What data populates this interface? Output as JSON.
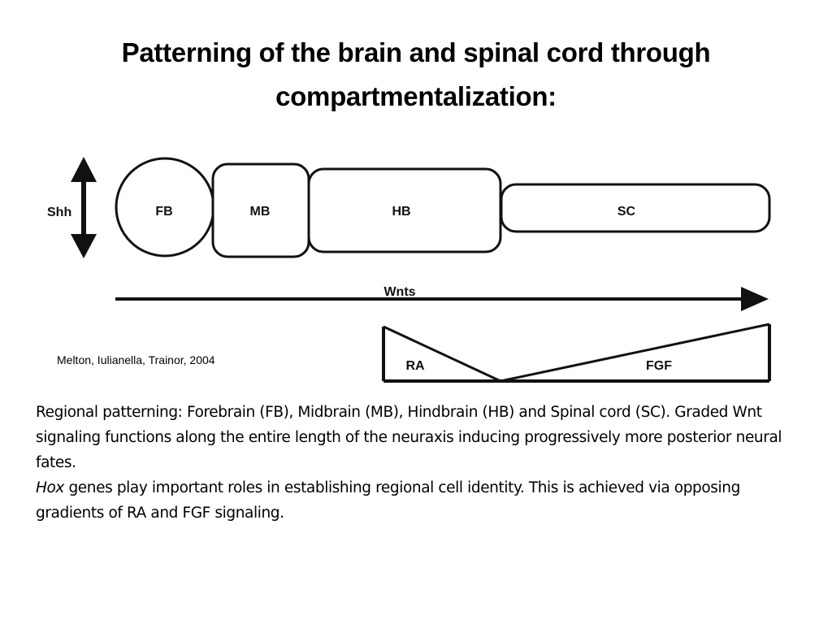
{
  "title": "Patterning of the brain and spinal cord through compartmentalization:",
  "diagram": {
    "shh_label": "Shh",
    "regions": [
      "FB",
      "MB",
      "HB",
      "SC"
    ],
    "wnts_label": "Wnts",
    "ra_label": "RA",
    "fgf_label": "FGF"
  },
  "citation": "Melton, Iulianella, Trainor, 2004",
  "paragraphs": {
    "p1": "Regional patterning: Forebrain (FB), Midbrain (MB), Hindbrain (HB) and Spinal cord (SC). Graded Wnt signaling functions along the entire length of the neuraxis inducing progressively more posterior neural fates.",
    "p2_italic": "Hox",
    "p2_rest": " genes play important roles in establishing regional cell identity. This is achieved via opposing gradients of RA and FGF signaling."
  }
}
